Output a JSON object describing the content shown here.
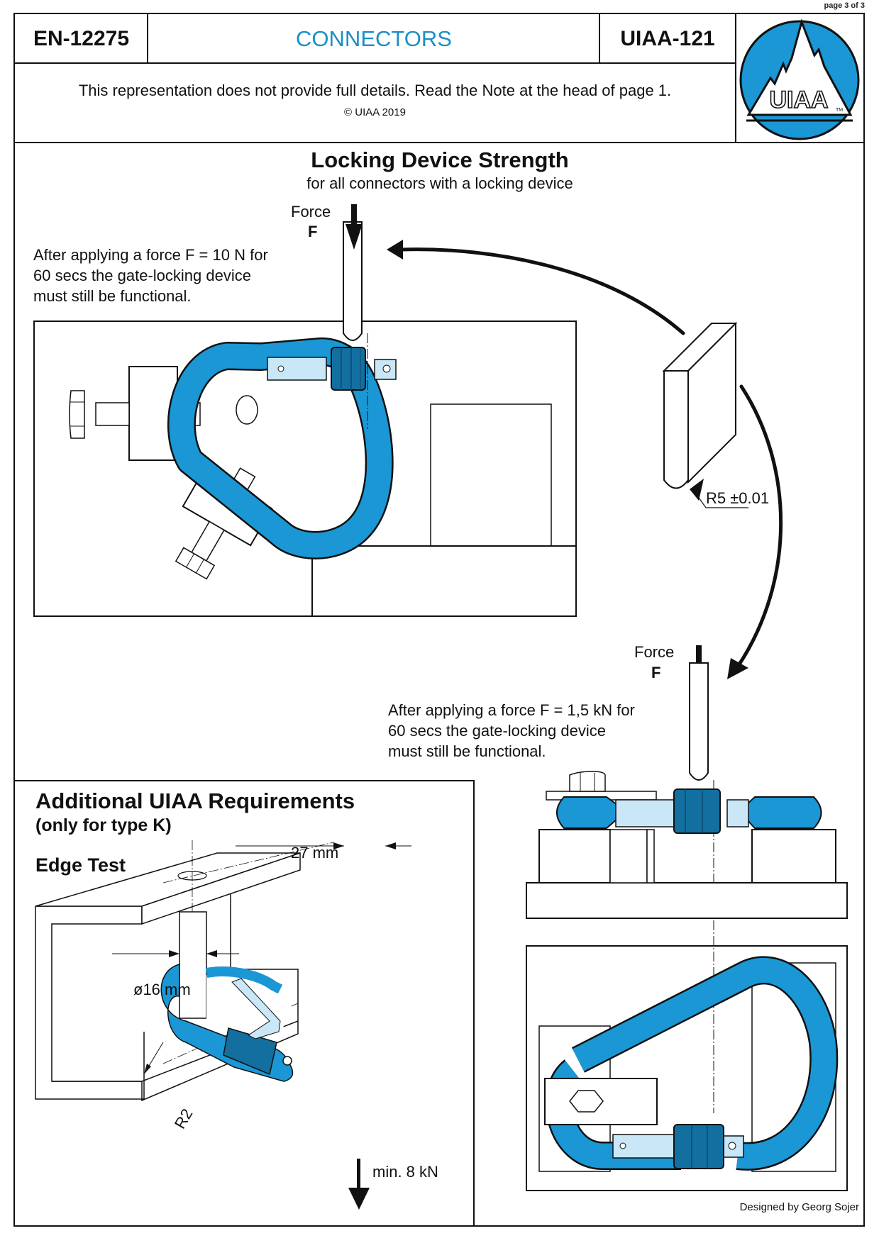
{
  "page_indicator": "page 3 of 3",
  "header": {
    "standard_en": "EN-12275",
    "title": "CONNECTORS",
    "standard_uiaa": "UIAA-121",
    "note": "This representation does not provide full details. Read the Note at the head of page 1.",
    "copyright": "© UIAA 2019",
    "logo": {
      "text": "UIAA",
      "trademark": "TM",
      "color": "#1a97d4"
    }
  },
  "locking_section": {
    "title": "Locking Device Strength",
    "subtitle": "for all connectors with a locking device",
    "test1": {
      "force_label": "Force",
      "force_symbol": "F",
      "description_lines": [
        "After applying a force F = 10 N for",
        "60 secs the gate-locking device",
        "must still be functional."
      ]
    },
    "tool_radius_label": "R5 ±0.01",
    "test2": {
      "force_label": "Force",
      "force_symbol": "F",
      "description_lines": [
        "After applying a force F = 1,5 kN for",
        "60 secs the gate-locking device",
        "must still be functional."
      ]
    }
  },
  "additional_section": {
    "title": "Additional UIAA Requirements",
    "subtitle": "(only for type K)",
    "edge_test_title": "Edge Test",
    "dim_width": "27 mm",
    "dim_diameter": "ø16 mm",
    "dim_radius": "R2",
    "load_label": "min. 8 kN"
  },
  "colors": {
    "carabiner_blue": "#1a97d4",
    "sleeve_dark": "#136f9f",
    "gate_light": "#c9e7f7",
    "title_blue": "#1a8fc6"
  },
  "footer": {
    "designer": "Designed by Georg Sojer"
  }
}
